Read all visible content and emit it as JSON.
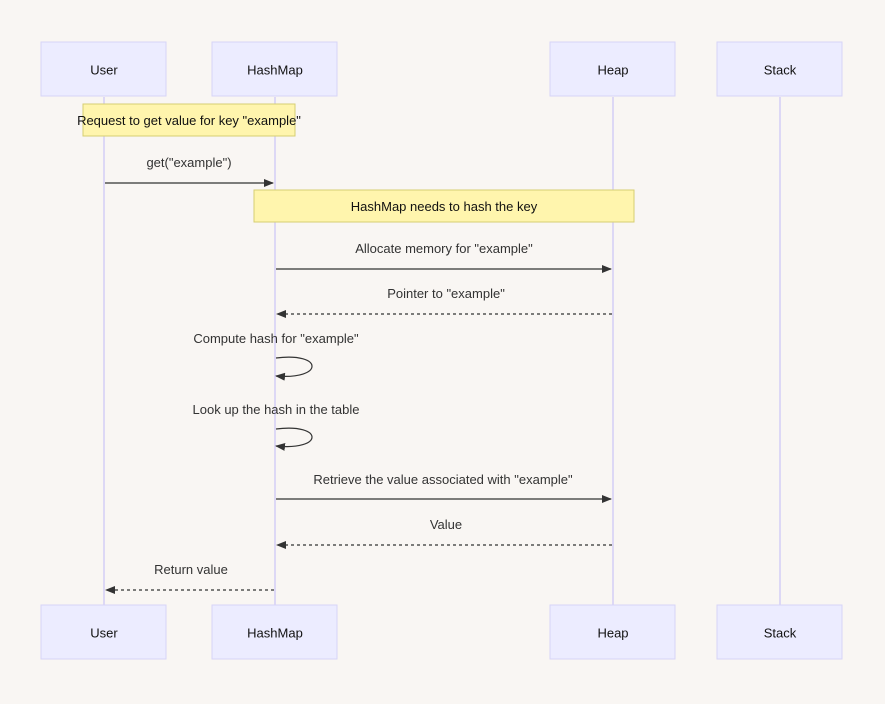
{
  "participants": [
    {
      "id": "user",
      "label": "User"
    },
    {
      "id": "hashmap",
      "label": "HashMap"
    },
    {
      "id": "heap",
      "label": "Heap"
    },
    {
      "id": "stack",
      "label": "Stack"
    }
  ],
  "notes": [
    {
      "id": "note-request",
      "text": "Request to get value for key \"example\""
    },
    {
      "id": "note-hash",
      "text": "HashMap needs to hash the key"
    }
  ],
  "messages": [
    {
      "id": "msg-get",
      "from": "user",
      "to": "hashmap",
      "text": "get(\"example\")",
      "style": "solid"
    },
    {
      "id": "msg-alloc",
      "from": "hashmap",
      "to": "heap",
      "text": "Allocate memory for \"example\"",
      "style": "solid"
    },
    {
      "id": "msg-pointer",
      "from": "heap",
      "to": "hashmap",
      "text": "Pointer to \"example\"",
      "style": "dashed"
    },
    {
      "id": "msg-compute",
      "from": "hashmap",
      "to": "hashmap",
      "text": "Compute hash for \"example\"",
      "style": "solid"
    },
    {
      "id": "msg-lookup",
      "from": "hashmap",
      "to": "hashmap",
      "text": "Look up the hash in the table",
      "style": "solid"
    },
    {
      "id": "msg-retrieve",
      "from": "hashmap",
      "to": "heap",
      "text": "Retrieve the value associated with \"example\"",
      "style": "solid"
    },
    {
      "id": "msg-value",
      "from": "heap",
      "to": "hashmap",
      "text": "Value",
      "style": "dashed"
    },
    {
      "id": "msg-return",
      "from": "hashmap",
      "to": "user",
      "text": "Return value",
      "style": "dashed"
    }
  ],
  "colors": {
    "actor_fill": "#ececff",
    "note_fill": "#fff5ad",
    "background": "#f9f6f3"
  }
}
